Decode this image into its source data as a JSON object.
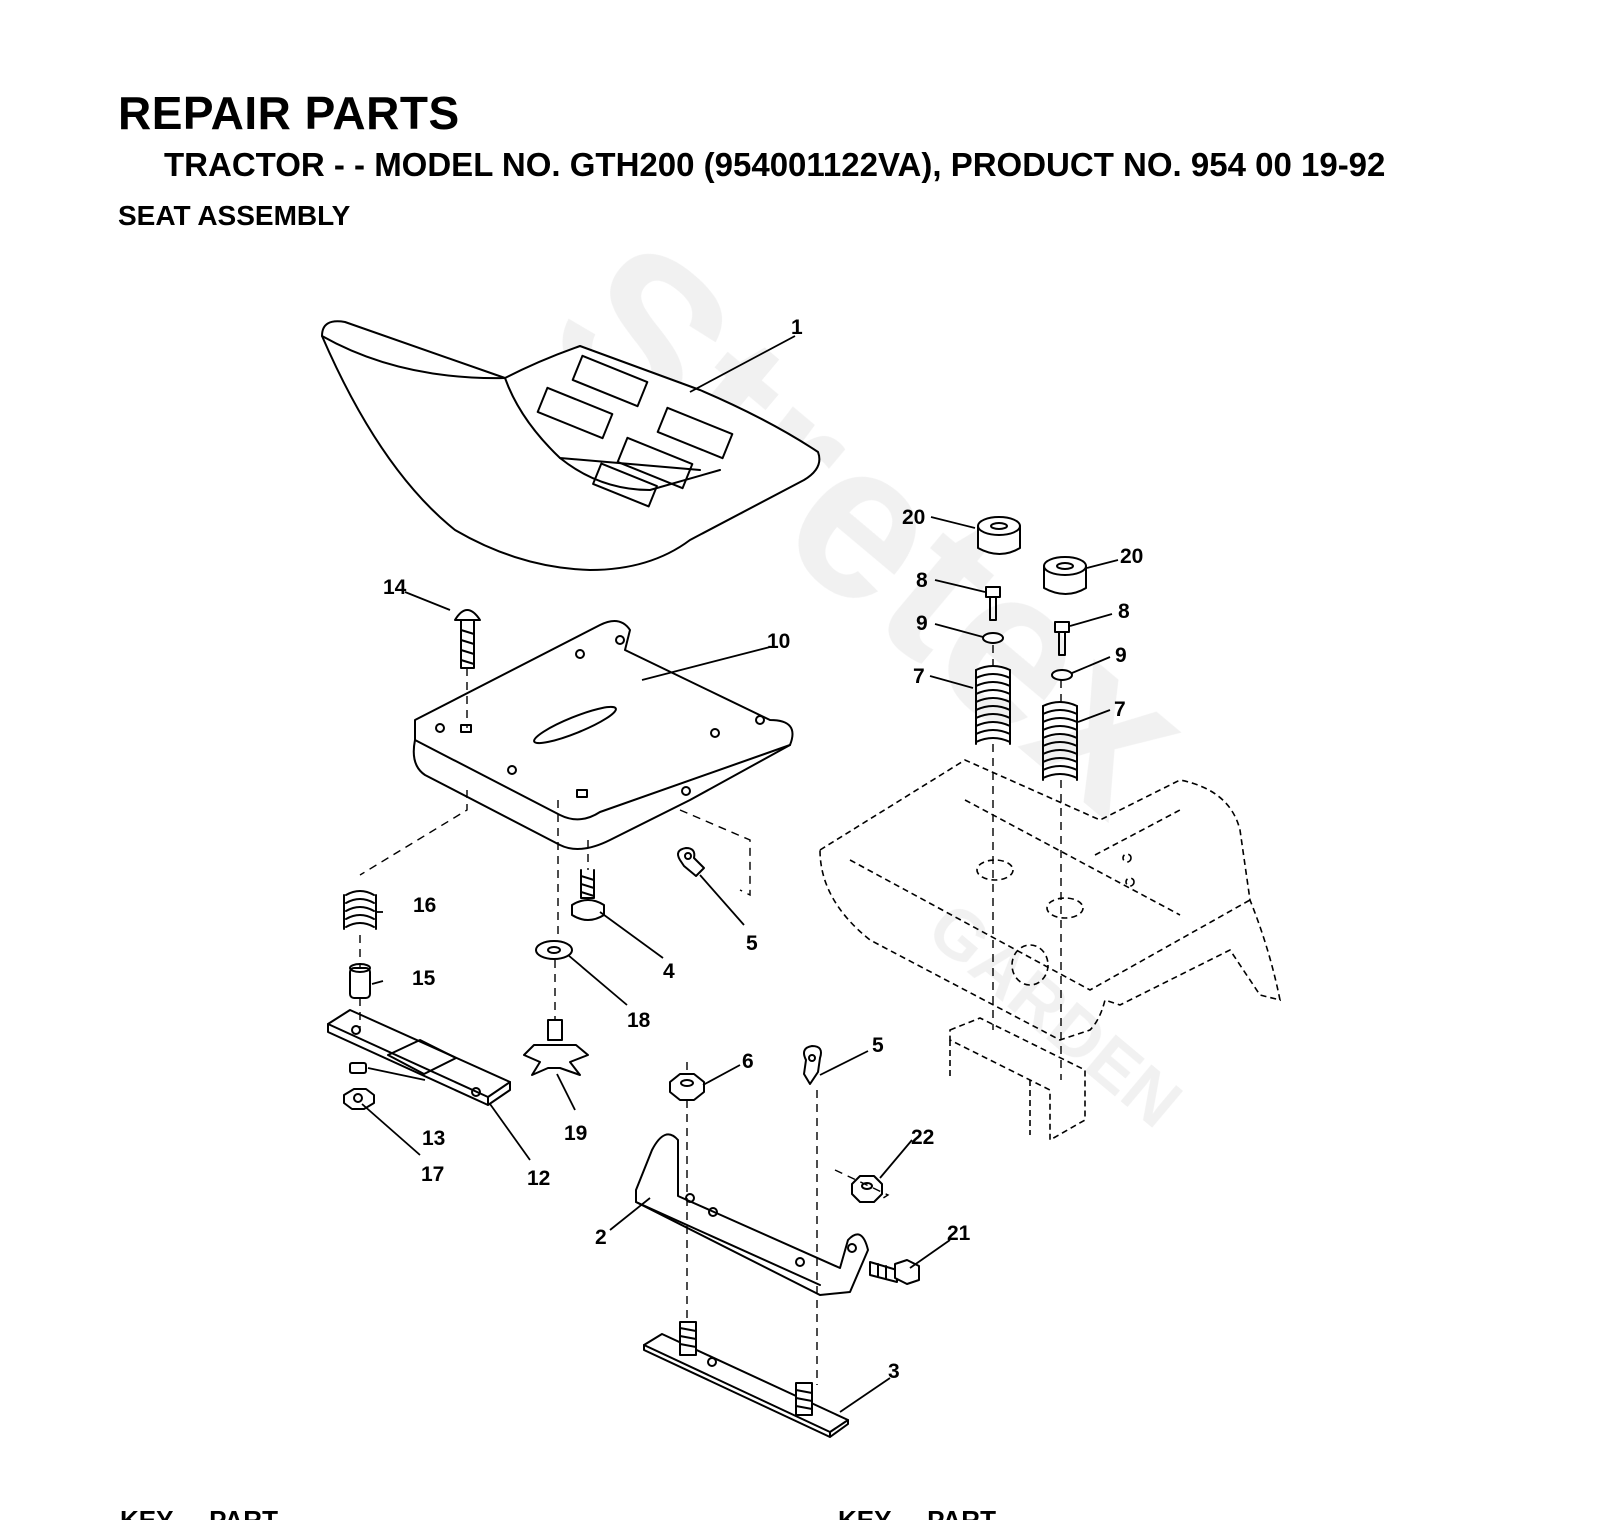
{
  "header": {
    "title": "REPAIR PARTS",
    "subtitle": "TRACTOR - - MODEL NO. GTH200 (954001122VA), PRODUCT NO. 954 00 19-92",
    "section": "SEAT ASSEMBLY"
  },
  "watermark": {
    "text": "Stretex",
    "subtext": "GARDEN"
  },
  "callouts": {
    "c1": "1",
    "c2": "2",
    "c3": "3",
    "c4": "4",
    "c5a": "5",
    "c5b": "5",
    "c6": "6",
    "c7a": "7",
    "c7b": "7",
    "c8a": "8",
    "c8b": "8",
    "c9a": "9",
    "c9b": "9",
    "c10": "10",
    "c12": "12",
    "c13": "13",
    "c14": "14",
    "c15": "15",
    "c16": "16",
    "c17": "17",
    "c18": "18",
    "c19": "19",
    "c20a": "20",
    "c20b": "20",
    "c21": "21",
    "c22": "22"
  },
  "table_headers_cutoff": {
    "left": "KEY     PART",
    "right": "KEY     PART"
  }
}
